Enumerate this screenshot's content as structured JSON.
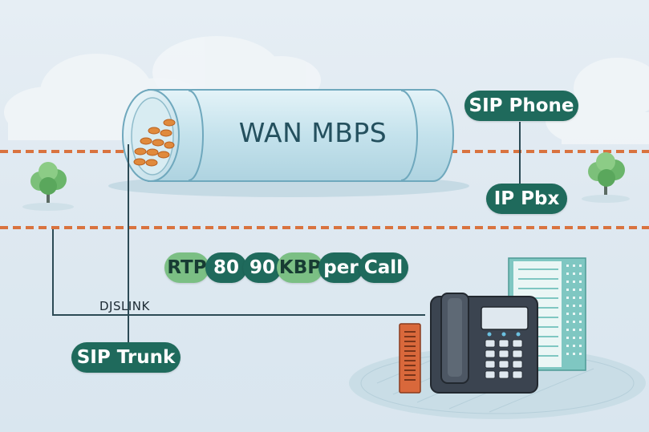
{
  "pipe": {
    "title": "WAN MBPS"
  },
  "labels": {
    "sip_phone": "SIP Phone",
    "ip_pbx": "IP Pbx",
    "sip_trunk": "SIP Trunk",
    "djslink": "DJSLINK"
  },
  "bandwidth": {
    "rtp": "RTP",
    "value_low": "80",
    "value_high": "90",
    "unit": "KBP",
    "suffix": "per",
    "per_what": "Call"
  },
  "colors": {
    "pill_dark": "#1f6a5c",
    "pill_light": "#7bbf84",
    "dashed_line": "#d9733f",
    "pipe": "#c3e3ee",
    "phone_body": "#3b4450",
    "adapter": "#d9683b"
  },
  "icons": [
    "cloud-icon",
    "tree-icon",
    "desk-phone-icon",
    "server-tower-icon",
    "network-adapter-icon",
    "data-packets-icon"
  ]
}
